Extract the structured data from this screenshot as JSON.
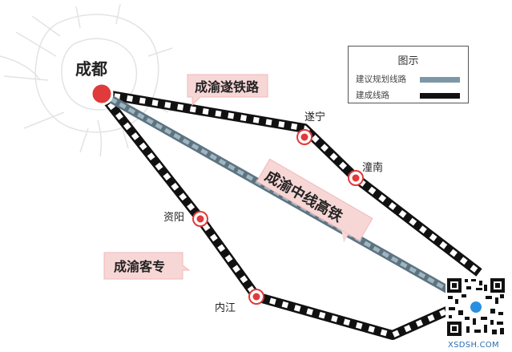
{
  "cities": {
    "chengdu": "成都",
    "suining": "遂宁",
    "tongnan": "潼南",
    "ziyang": "资阳",
    "neijiang": "内江"
  },
  "route_labels": {
    "chengyu_sui": "成渝遂铁路",
    "chengyu_zhongxian": "成渝中线高铁",
    "chengyu_kezhuan": "成渝客专"
  },
  "legend": {
    "title": "图示",
    "planned": "建议规划线路",
    "built": "建成线路"
  },
  "watermark": "XSDSH.COM",
  "colors": {
    "planned_line": "#7c98a6",
    "built_line": "#111111",
    "city_marker": "#e03a3a",
    "label_bubble": "#f7d6d6"
  }
}
